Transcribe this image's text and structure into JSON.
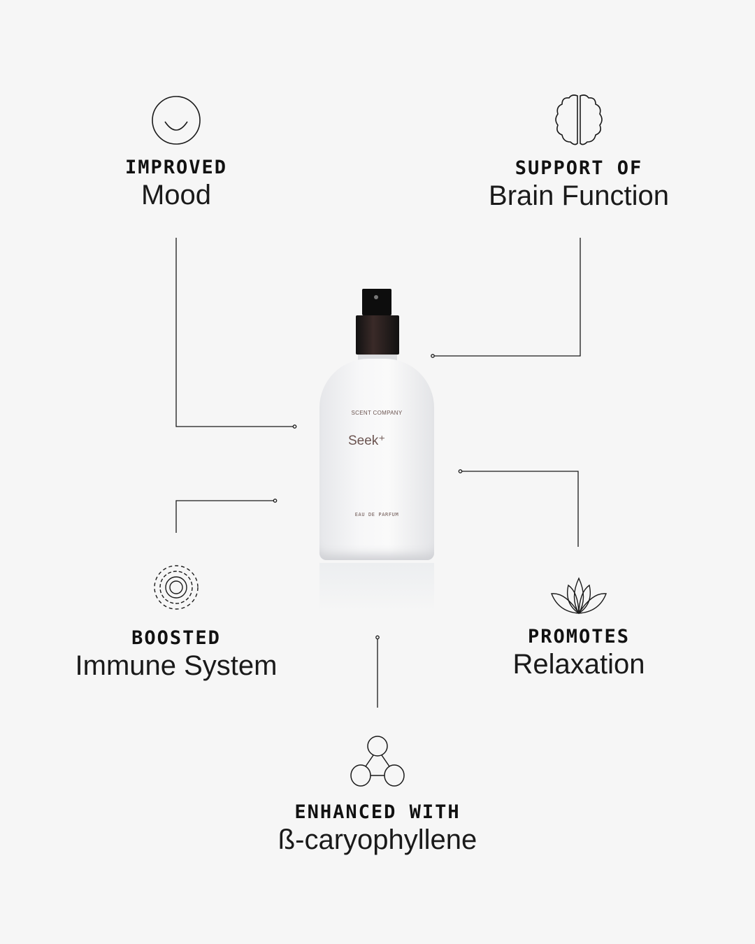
{
  "benefits": [
    {
      "kicker": "IMPROVED",
      "title": "Mood",
      "icon": "smile-icon"
    },
    {
      "kicker": "SUPPORT OF",
      "title": "Brain Function",
      "icon": "brain-icon"
    },
    {
      "kicker": "BOOSTED",
      "title": "Immune System",
      "icon": "concentric-rings-icon"
    },
    {
      "kicker": "PROMOTES",
      "title": "Relaxation",
      "icon": "lotus-icon"
    },
    {
      "kicker": "ENHANCED WITH",
      "title": "ß-caryophyllene",
      "icon": "molecule-icon"
    }
  ],
  "product": {
    "brand": "SCENT COMPANY",
    "name": "Seek⁺",
    "type": "EAU DE PARFUM"
  },
  "colors": {
    "background": "#f6f6f6",
    "line": "#1a1a1a",
    "label": "#6b5450"
  }
}
